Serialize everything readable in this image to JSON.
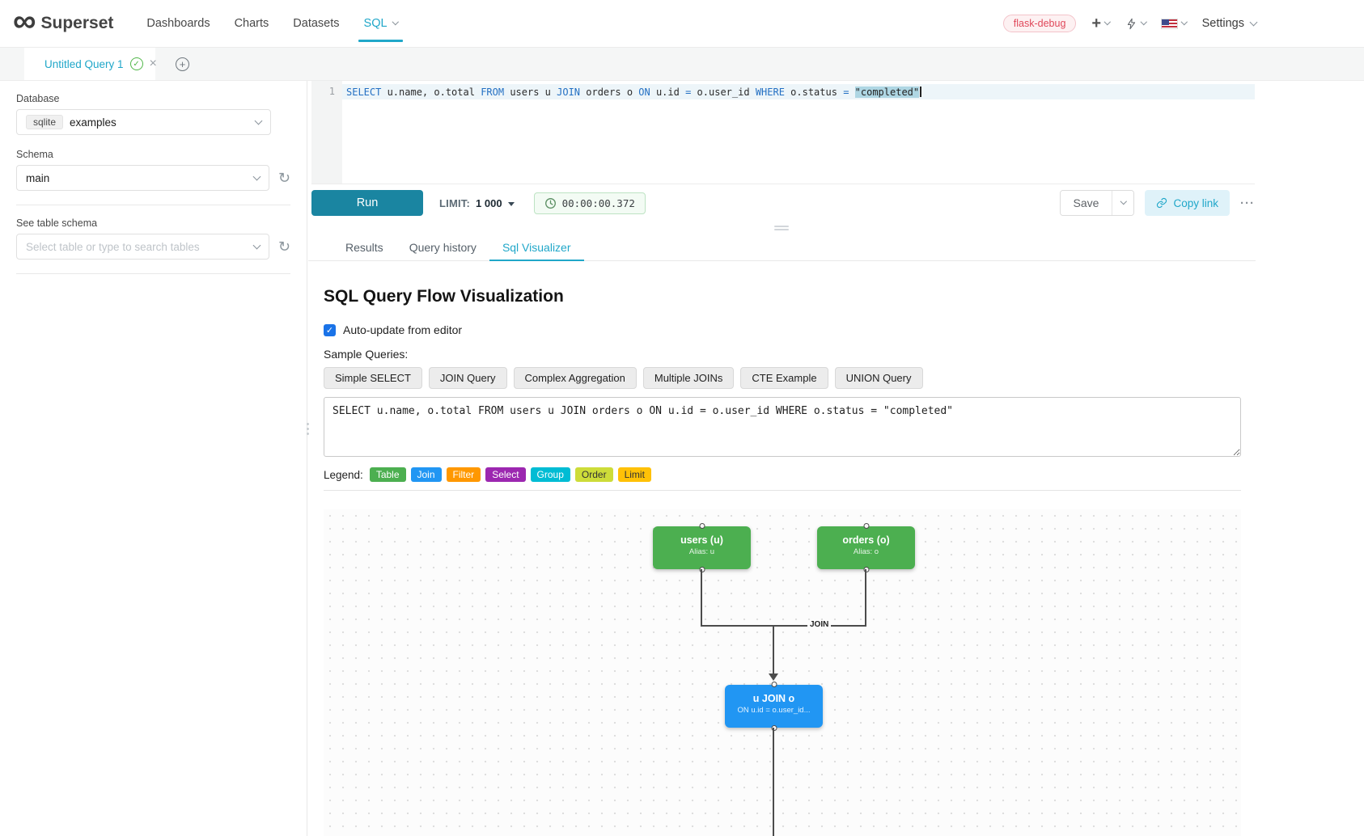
{
  "navbar": {
    "brand": "Superset",
    "items": [
      "Dashboards",
      "Charts",
      "Datasets",
      "SQL"
    ],
    "active_item": "SQL",
    "env_badge": "flask-debug",
    "settings_label": "Settings"
  },
  "query_tabs": {
    "active_tab_title": "Untitled Query 1"
  },
  "sidebar": {
    "database_label": "Database",
    "database_engine": "sqlite",
    "database_value": "examples",
    "schema_label": "Schema",
    "schema_value": "main",
    "table_schema_label": "See table schema",
    "table_placeholder": "Select table or type to search tables"
  },
  "editor": {
    "line_number": "1",
    "tokens": [
      {
        "text": "SELECT",
        "type": "keyword"
      },
      {
        "text": " u.name, o.total ",
        "type": "plain"
      },
      {
        "text": "FROM",
        "type": "keyword"
      },
      {
        "text": " users u ",
        "type": "plain"
      },
      {
        "text": "JOIN",
        "type": "keyword"
      },
      {
        "text": " orders o ",
        "type": "plain"
      },
      {
        "text": "ON",
        "type": "keyword"
      },
      {
        "text": " u.id ",
        "type": "plain"
      },
      {
        "text": "=",
        "type": "operator"
      },
      {
        "text": " o.user_id ",
        "type": "plain"
      },
      {
        "text": "WHERE",
        "type": "keyword"
      },
      {
        "text": " o.status ",
        "type": "plain"
      },
      {
        "text": "=",
        "type": "operator"
      },
      {
        "text": " ",
        "type": "plain"
      },
      {
        "text": "\"completed\"",
        "type": "string-selected"
      }
    ]
  },
  "toolbar": {
    "run_label": "Run",
    "limit_label": "LIMIT:",
    "limit_value": "1 000",
    "elapsed_time": "00:00:00.372",
    "save_label": "Save",
    "copy_link_label": "Copy link"
  },
  "result_tabs": {
    "items": [
      "Results",
      "Query history",
      "Sql Visualizer"
    ],
    "active": "Sql Visualizer"
  },
  "visualizer": {
    "title": "SQL Query Flow Visualization",
    "auto_update_label": "Auto-update from editor",
    "auto_update_checked": true,
    "sample_queries_label": "Sample Queries:",
    "sample_queries": [
      "Simple SELECT",
      "JOIN Query",
      "Complex Aggregation",
      "Multiple JOINs",
      "CTE Example",
      "UNION Query"
    ],
    "query_text": "SELECT u.name, o.total FROM users u JOIN orders o ON u.id = o.user_id WHERE o.status = \"completed\"",
    "legend_label": "Legend:",
    "legend": [
      {
        "label": "Table",
        "color": "#4caf50",
        "text_color": "#ffffff"
      },
      {
        "label": "Join",
        "color": "#2196f3",
        "text_color": "#ffffff"
      },
      {
        "label": "Filter",
        "color": "#ff9800",
        "text_color": "#ffffff"
      },
      {
        "label": "Select",
        "color": "#9c27b0",
        "text_color": "#ffffff"
      },
      {
        "label": "Group",
        "color": "#00bcd4",
        "text_color": "#ffffff"
      },
      {
        "label": "Order",
        "color": "#cddc39",
        "text_color": "#333333"
      },
      {
        "label": "Limit",
        "color": "#ffc107",
        "text_color": "#333333"
      }
    ],
    "flow": {
      "nodes": [
        {
          "title": "users (u)",
          "subtitle": "Alias: u",
          "color": "#4caf50"
        },
        {
          "title": "orders (o)",
          "subtitle": "Alias: o",
          "color": "#4caf50"
        },
        {
          "title": "u JOIN o",
          "subtitle": "ON u.id = o.user_id...",
          "color": "#2196f3"
        }
      ],
      "edge_label": "JOIN"
    }
  },
  "icons": {
    "logo_infinity": "∞",
    "nav_plus": "+",
    "new_tab_plus": "+",
    "tab_saved_check": "✓",
    "tab_close": "×",
    "refresh": "↻",
    "more_actions": "···",
    "checkbox_check": "✓"
  },
  "colors": {
    "primary": "#20a7c9",
    "run_button": "#1a85a1",
    "env_badge": "#e0485a"
  }
}
